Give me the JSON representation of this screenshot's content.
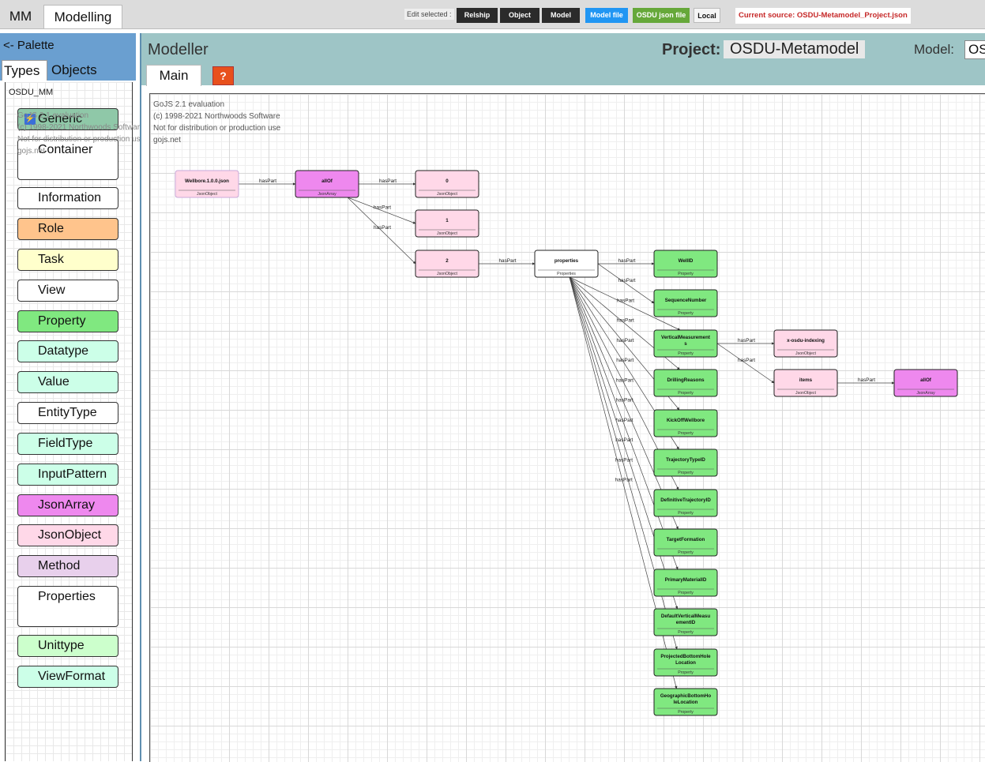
{
  "topbar": {
    "tabs": [
      "MM",
      "Modelling"
    ],
    "edit_label": "Edit selected :",
    "buttons": [
      "Relship",
      "Object",
      "Model",
      "Model file",
      "OSDU json file",
      "Local"
    ],
    "current_source": "Current source: OSDU-Metamodel_Project.json"
  },
  "palette": {
    "title": "<- Palette",
    "tabs": [
      "Types",
      "Objects"
    ],
    "metamodel": "OSDU_MM",
    "watermark": [
      "GoJS 2.1 evaluation",
      "(c) 1998-2021 Northwoods Software",
      "Not for distribution or production use",
      "gojs.net"
    ],
    "items": [
      {
        "label": "Generic",
        "color": "#8fc8a8"
      },
      {
        "label": "Container",
        "color": "#ffffff"
      },
      {
        "label": "Information",
        "color": "#ffffff"
      },
      {
        "label": "Role",
        "color": "#ffc48c"
      },
      {
        "label": "Task",
        "color": "#ffffcc"
      },
      {
        "label": "View",
        "color": "#ffffff"
      },
      {
        "label": "Property",
        "color": "#80e880"
      },
      {
        "label": "Datatype",
        "color": "#ccffe8"
      },
      {
        "label": "Value",
        "color": "#ccffe8"
      },
      {
        "label": "EntityType",
        "color": "#ffffff"
      },
      {
        "label": "FieldType",
        "color": "#ccffe8"
      },
      {
        "label": "InputPattern",
        "color": "#ccffe8"
      },
      {
        "label": "JsonArray",
        "color": "#ee88ee"
      },
      {
        "label": "JsonObject",
        "color": "#ffd8e8"
      },
      {
        "label": "Method",
        "color": "#e8d0ec"
      },
      {
        "label": "Properties",
        "color": "#ffffff"
      },
      {
        "label": "Unittype",
        "color": "#ccffcc"
      },
      {
        "label": "ViewFormat",
        "color": "#ccffe8"
      }
    ]
  },
  "modeller": {
    "title": "Modeller",
    "project_label": "Project:",
    "project_name": "OSDU-Metamodel",
    "model_label": "Model:",
    "model_value": "OS",
    "tab_main": "Main",
    "help": "?",
    "watermark": [
      "GoJS 2.1 evaluation",
      "(c) 1998-2021 Northwoods Software",
      "Not for distribution or production use",
      "gojs.net"
    ]
  },
  "diagram": {
    "edge_label": "hasPart",
    "colors": {
      "JsonObject": "#ffd8e8",
      "JsonArray": "#ee88ee",
      "Properties": "#ffffff",
      "Property": "#80e880",
      "root": "#ffd8e8"
    },
    "nodes": [
      {
        "id": "wellbore",
        "name": "Wellbore.1.0.0.json",
        "type": "JsonObject"
      },
      {
        "id": "allof1",
        "name": "allOf",
        "type": "JsonArray"
      },
      {
        "id": "n0",
        "name": "0",
        "type": "JsonObject"
      },
      {
        "id": "n1",
        "name": "1",
        "type": "JsonObject"
      },
      {
        "id": "n2",
        "name": "2",
        "type": "JsonObject"
      },
      {
        "id": "properties",
        "name": "properties",
        "type": "Properties"
      },
      {
        "id": "wellid",
        "name": "WellID",
        "type": "Property"
      },
      {
        "id": "seqnum",
        "name": "SequenceNumber",
        "type": "Property"
      },
      {
        "id": "vertmeas",
        "name": "VerticalMeasurement",
        "name2": "s",
        "type": "Property"
      },
      {
        "id": "drilling",
        "name": "DrillingReasons",
        "type": "Property"
      },
      {
        "id": "kickoff",
        "name": "KickOffWellbore",
        "type": "Property"
      },
      {
        "id": "trajtype",
        "name": "TrajectoryTypeID",
        "type": "Property"
      },
      {
        "id": "deftraj",
        "name": "DefinitiveTrajectoryID",
        "type": "Property"
      },
      {
        "id": "targetform",
        "name": "TargetFormation",
        "type": "Property"
      },
      {
        "id": "primmat",
        "name": "PrimaryMaterialID",
        "type": "Property"
      },
      {
        "id": "defvert",
        "name": "DefaultVerticalMeasu",
        "name2": "ementID",
        "type": "Property"
      },
      {
        "id": "projbot",
        "name": "ProjectedBottomHole",
        "name2": "Location",
        "type": "Property"
      },
      {
        "id": "geobot",
        "name": "GeographicBottomHo",
        "name2": "leLocation",
        "type": "Property"
      },
      {
        "id": "xosdu",
        "name": "x-osdu-indexing",
        "type": "JsonObject"
      },
      {
        "id": "items",
        "name": "items",
        "type": "JsonObject"
      },
      {
        "id": "allof2",
        "name": "allOf",
        "type": "JsonArray"
      }
    ],
    "edges": [
      [
        "wellbore",
        "allof1"
      ],
      [
        "allof1",
        "n0"
      ],
      [
        "allof1",
        "n1"
      ],
      [
        "allof1",
        "n2"
      ],
      [
        "n2",
        "properties"
      ],
      [
        "properties",
        "wellid"
      ],
      [
        "properties",
        "seqnum"
      ],
      [
        "properties",
        "vertmeas"
      ],
      [
        "properties",
        "drilling"
      ],
      [
        "properties",
        "kickoff"
      ],
      [
        "properties",
        "trajtype"
      ],
      [
        "properties",
        "deftraj"
      ],
      [
        "properties",
        "targetform"
      ],
      [
        "properties",
        "primmat"
      ],
      [
        "properties",
        "defvert"
      ],
      [
        "properties",
        "projbot"
      ],
      [
        "properties",
        "geobot"
      ],
      [
        "vertmeas",
        "xosdu"
      ],
      [
        "vertmeas",
        "items"
      ],
      [
        "items",
        "allof2"
      ]
    ]
  }
}
